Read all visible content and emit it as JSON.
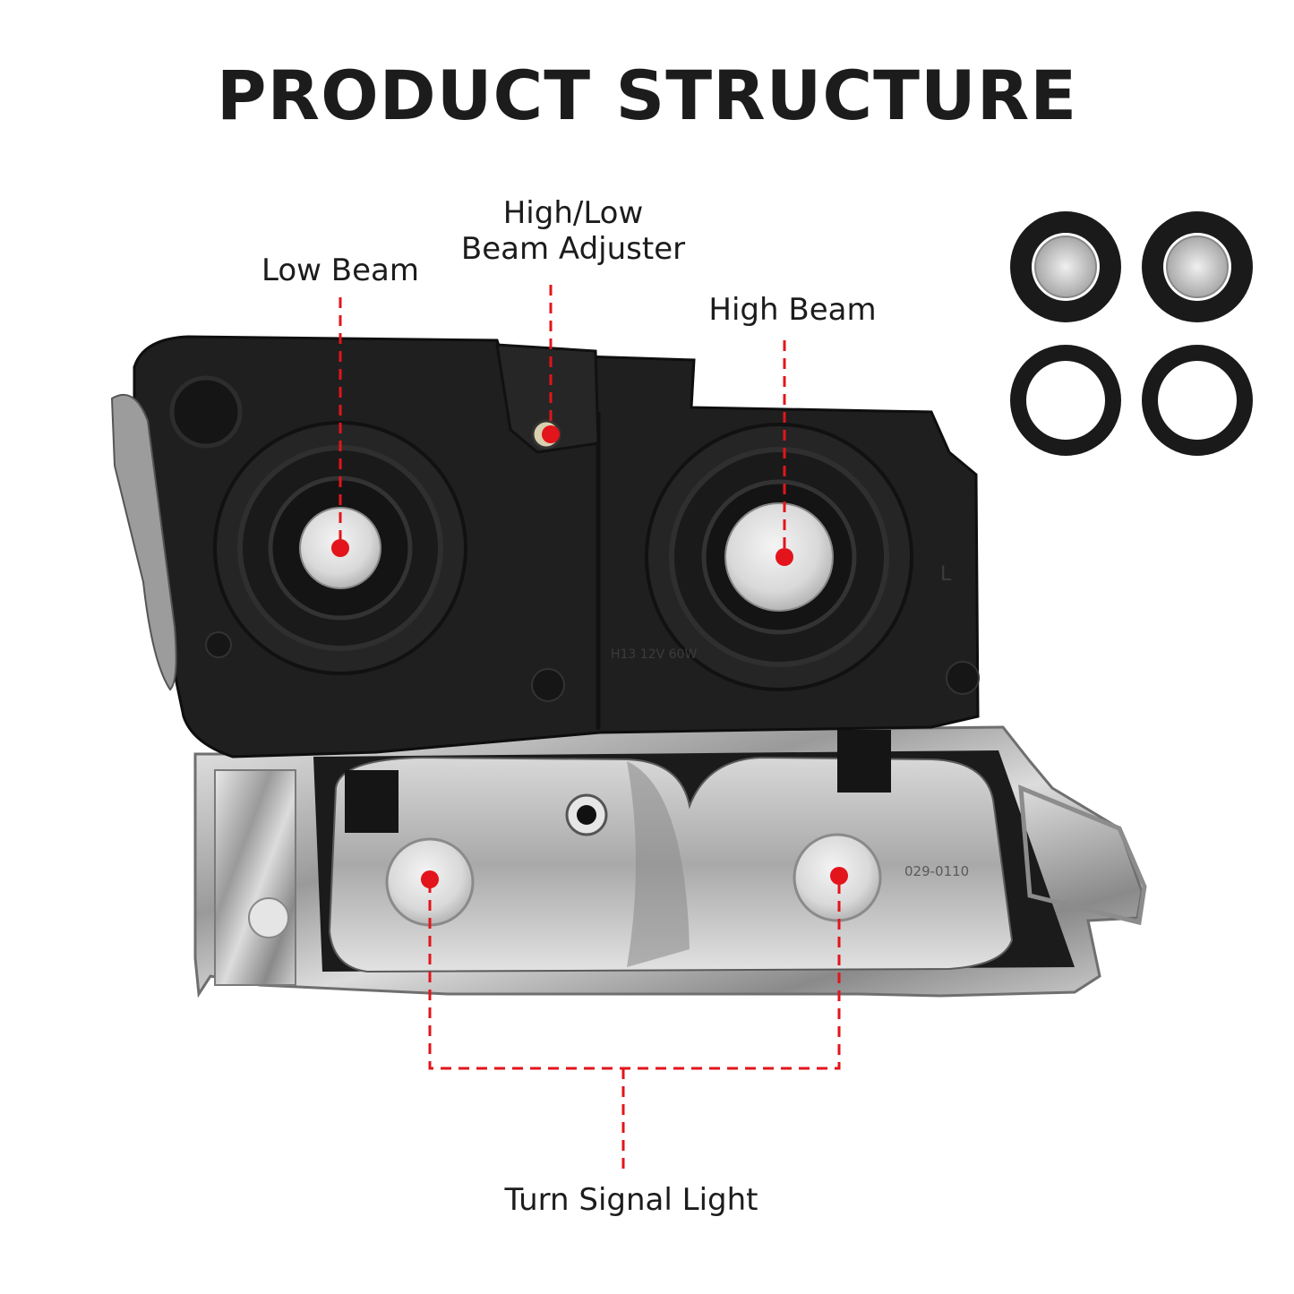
{
  "title": "PRODUCT STRUCTURE",
  "labels": {
    "low_beam": "Low Beam",
    "adjuster_line1": "High/Low",
    "adjuster_line2": "Beam Adjuster",
    "high_beam": "High Beam",
    "turn_signal": "Turn Signal Light"
  },
  "product_markings": [
    "H13 12V 60W",
    "029-0110",
    "L"
  ],
  "colors": {
    "marker": "#e3141b",
    "housing": "#1e1e1e",
    "chrome": "#b9b9b9",
    "text": "#1c1c1c"
  }
}
